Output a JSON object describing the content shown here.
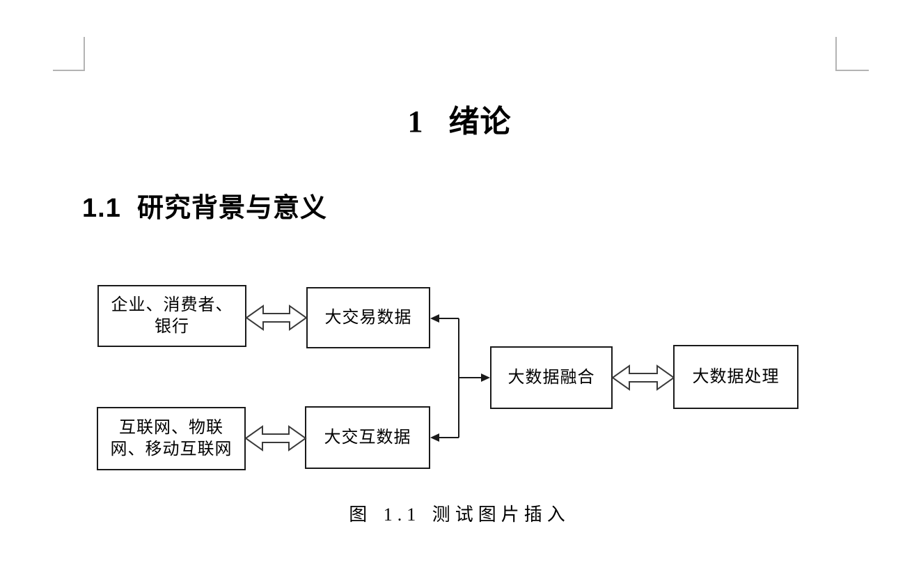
{
  "page": {
    "chapter_title": "1   绪论",
    "section_heading": "1.1  研究背景与意义",
    "figure_caption": "图 1.1 测试图片插入",
    "background_color": "#ffffff"
  },
  "diagram": {
    "boxes": [
      {
        "id": "sources-top",
        "label_lines": [
          "企业、消费者、",
          "银行"
        ]
      },
      {
        "id": "transaction",
        "label": "大交易数据"
      },
      {
        "id": "sources-bottom",
        "label_lines": [
          "互联网、物联",
          "网、移动互联网"
        ]
      },
      {
        "id": "interaction",
        "label": "大交互数据"
      },
      {
        "id": "fusion",
        "label": "大数据融合"
      },
      {
        "id": "processing",
        "label": "大数据处理"
      }
    ],
    "connections": [
      {
        "from": "sources-top",
        "to": "transaction",
        "type": "hollow-double-arrow"
      },
      {
        "from": "sources-bottom",
        "to": "interaction",
        "type": "hollow-double-arrow"
      },
      {
        "from": "transaction",
        "to": "fusion",
        "type": "line-arrow"
      },
      {
        "from": "interaction",
        "to": "fusion",
        "type": "line-arrow"
      },
      {
        "from": "fusion",
        "to": "processing",
        "type": "hollow-double-arrow"
      }
    ],
    "colors": {
      "box_border": "#1a1a1a",
      "connector_line": "#1a1a1a",
      "hollow_arrow_outline": "#3a3a3a",
      "corner_mark": "#b3b3b3"
    }
  }
}
